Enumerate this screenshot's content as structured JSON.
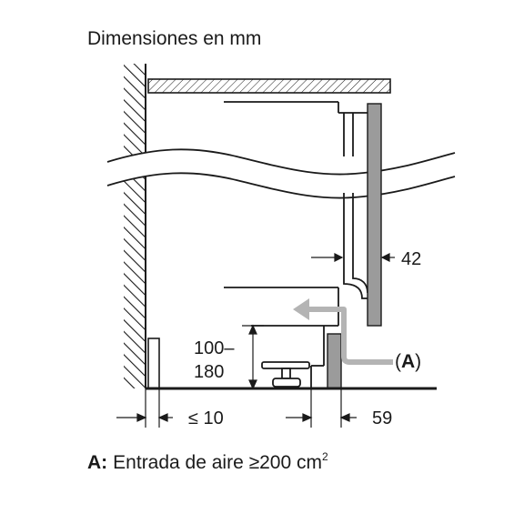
{
  "title": "Dimensiones en mm",
  "dimensions": {
    "panel_thickness": "42",
    "plinth_height_line1": "100–",
    "plinth_height_line2": "180",
    "wall_gap": "≤ 10",
    "plinth_depth": "59"
  },
  "callout": {
    "label_open": "(",
    "label_letter": "A",
    "label_close": ")"
  },
  "legend": {
    "key": "A:",
    "text": "Entrada de aire ≥200 cm",
    "superscript": "2"
  },
  "colors": {
    "line": "#1a1a1a",
    "door_panel": "#9b9b9b",
    "airflow_arrow": "#b4b4b4"
  }
}
